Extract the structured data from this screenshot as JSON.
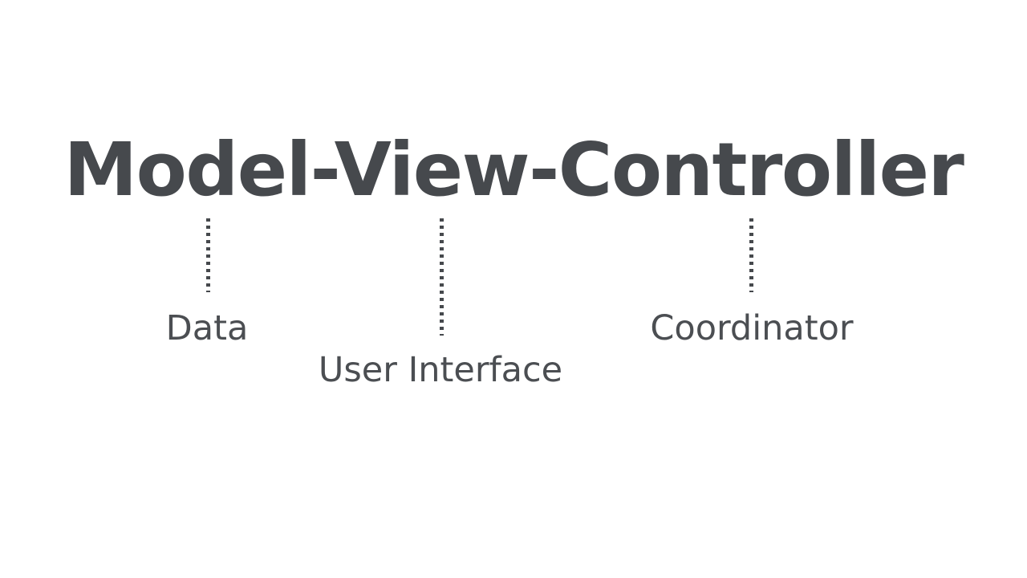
{
  "slide": {
    "background_color": "#ffffff",
    "text_color": "#46494d",
    "title": "Model-View-Controller",
    "concepts": [
      {
        "term": "Model",
        "annotation": "Data",
        "connector": "dotted-vertical-line"
      },
      {
        "term": "View",
        "annotation": "User Interface",
        "connector": "dotted-vertical-line"
      },
      {
        "term": "Controller",
        "annotation": "Coordinator",
        "connector": "dotted-vertical-line"
      }
    ]
  }
}
